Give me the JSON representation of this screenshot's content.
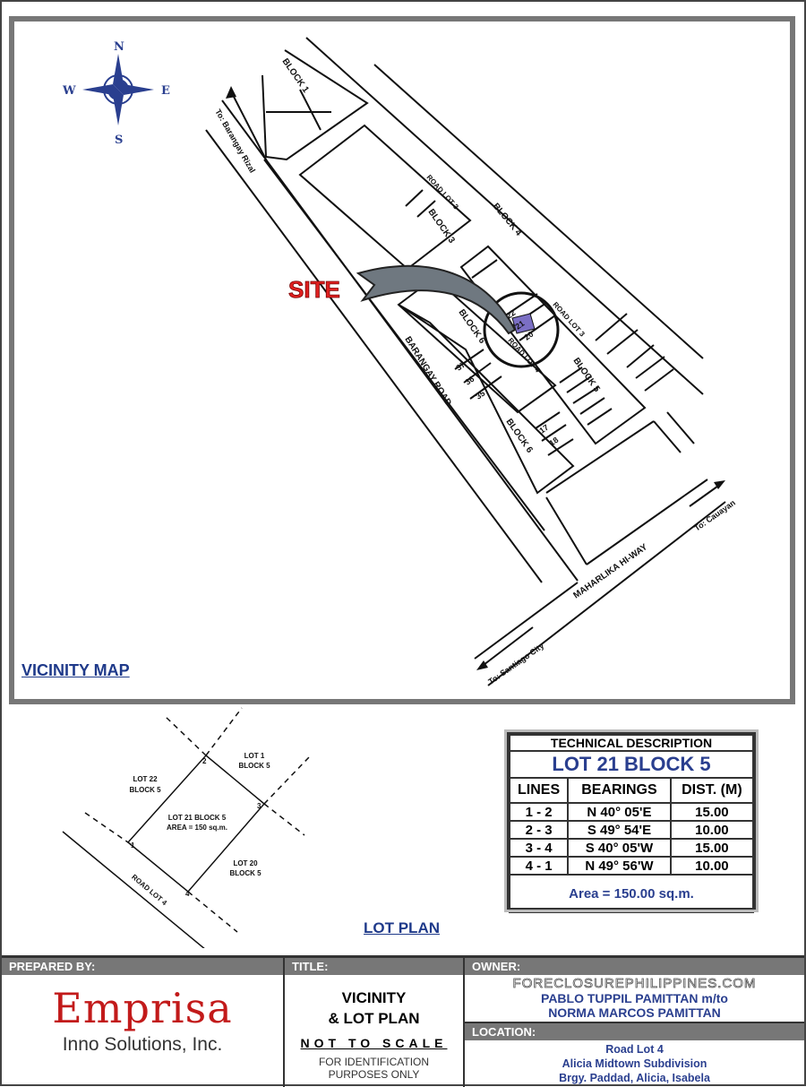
{
  "compass": {
    "n": "N",
    "s": "S",
    "e": "E",
    "w": "W"
  },
  "map": {
    "title": "VICINITY MAP",
    "site_label": "SITE",
    "to_rizal": "To: Barangay Rizal",
    "to_cauayan": "To: Cauayan",
    "to_santiago": "To: Santiago City",
    "barangay_road": "BARANGAY ROAD",
    "highway": "MAHARLIKA HI-WAY",
    "road_lot_3": "ROAD LOT 3",
    "road_lot_4": "ROAD LOT 4",
    "block1": "BLOCK 1",
    "block3": "BLOCK 3",
    "block4": "BLOCK 4",
    "block5": "BLOCK 5",
    "block6": "BLOCK 6",
    "lots": {
      "l22": "22",
      "l21": "21",
      "l20": "20",
      "l37": "37",
      "l36": "36",
      "l35": "35",
      "l17": "17",
      "l18": "18"
    },
    "site_color": "#7b6fc4"
  },
  "lot_plan": {
    "title": "LOT PLAN",
    "lot": "LOT 21 BLOCK 5",
    "area": "AREA = 150 sq.m.",
    "lot1": "LOT 1",
    "lot1b": "BLOCK 5",
    "lot22": "LOT 22",
    "lot22b": "BLOCK 5",
    "lot20": "LOT 20",
    "lot20b": "BLOCK 5",
    "road": "ROAD LOT 4",
    "c1": "1",
    "c2": "2",
    "c3": "3",
    "c4": "4"
  },
  "technical": {
    "title": "TECHNICAL DESCRIPTION",
    "lot": "LOT 21 BLOCK 5",
    "headers": [
      "LINES",
      "BEARINGS",
      "DIST. (M)"
    ],
    "rows": [
      [
        "1 - 2",
        "N 40° 05'E",
        "15.00"
      ],
      [
        "2 - 3",
        "S 49° 54'E",
        "10.00"
      ],
      [
        "3 - 4",
        "S 40° 05'W",
        "15.00"
      ],
      [
        "4 - 1",
        "N 49° 56'W",
        "10.00"
      ]
    ],
    "area": "Area = 150.00 sq.m."
  },
  "title_block": {
    "prepared_by": "PREPARED BY:",
    "company": "Emprisa",
    "company_sub": "Inno Solutions, Inc.",
    "title_hdr": "TITLE:",
    "title1": "VICINITY",
    "title2": "& LOT PLAN",
    "not_to_scale": "NOT TO SCALE",
    "note1": "FOR IDENTIFICATION",
    "note2": "PURPOSES ONLY",
    "owner_hdr": "OWNER:",
    "owner1": "PABLO TUPPIL PAMITTAN m/to",
    "owner2": "NORMA MARCOS PAMITTAN",
    "watermark": "FORECLOSUREPHILIPPINES.COM",
    "location_hdr": "LOCATION:",
    "loc1": "Road Lot 4",
    "loc2": "Alicia Midtown Subdivision",
    "loc3": "Brgy. Paddad, Alicia, Isabela"
  }
}
